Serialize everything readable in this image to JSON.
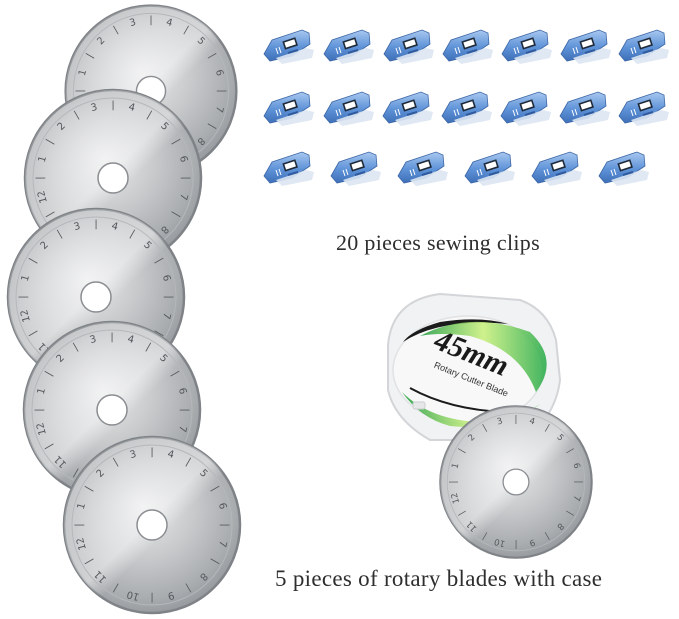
{
  "product": {
    "captions": {
      "clips": "20 pieces sewing clips",
      "blades": "5 pieces of rotary blades with case"
    },
    "case_label": {
      "size": "45mm",
      "subtitle": "Rotary Cutter Blade"
    },
    "blade_markings": [
      "1",
      "2",
      "3",
      "4",
      "5",
      "6",
      "7",
      "8",
      "9",
      "10",
      "11",
      "12"
    ],
    "clips": {
      "count": 20,
      "rows": [
        7,
        7,
        6
      ],
      "color": "#5b8fd6"
    },
    "blades": {
      "count": 5,
      "color": "#c4c6c8",
      "edge_color": "#8d9094"
    },
    "accent_green": "#3cc25a"
  }
}
